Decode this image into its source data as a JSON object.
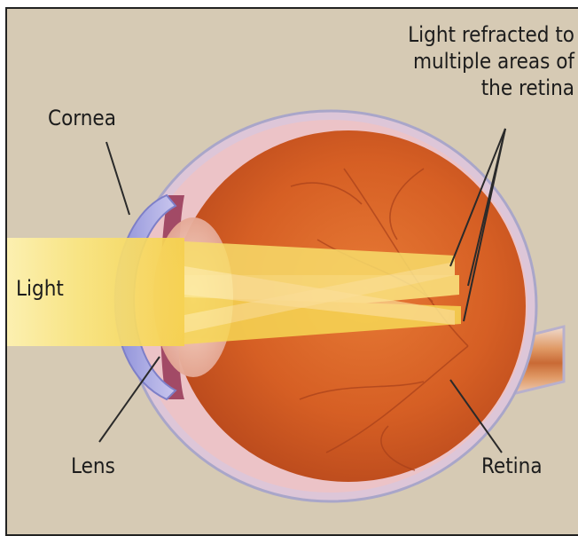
{
  "labels": {
    "cornea": "Cornea",
    "light": "Light",
    "lens": "Lens",
    "retina": "Retina",
    "refracted_line1": "Light refracted to",
    "refracted_line2": "multiple areas of",
    "refracted_line3": "the retina"
  },
  "colors": {
    "background": "#d6cab4",
    "eyeball": "#d9692a",
    "sclera": "#e4c9d6",
    "light_beam": "#fbe77a",
    "lens": "#efc2b2",
    "optic_nerve": "#d98a4e"
  }
}
